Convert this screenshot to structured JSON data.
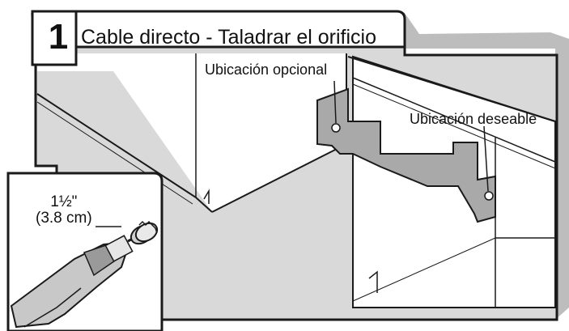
{
  "step": {
    "number": "1",
    "title": "Cable directo - Taladrar el orificio"
  },
  "callouts": {
    "optional_location": "Ubicación opcional",
    "desirable_location": "Ubicación deseable"
  },
  "drill_bit": {
    "size_in": "1½\"",
    "size_cm": "(3.8 cm)"
  },
  "colors": {
    "panel_gray": "#d9d9d9",
    "outline": "#1a1a1a",
    "frame_shadow": "#bdbdbd",
    "bracket_gray": "#a9a9a9"
  }
}
